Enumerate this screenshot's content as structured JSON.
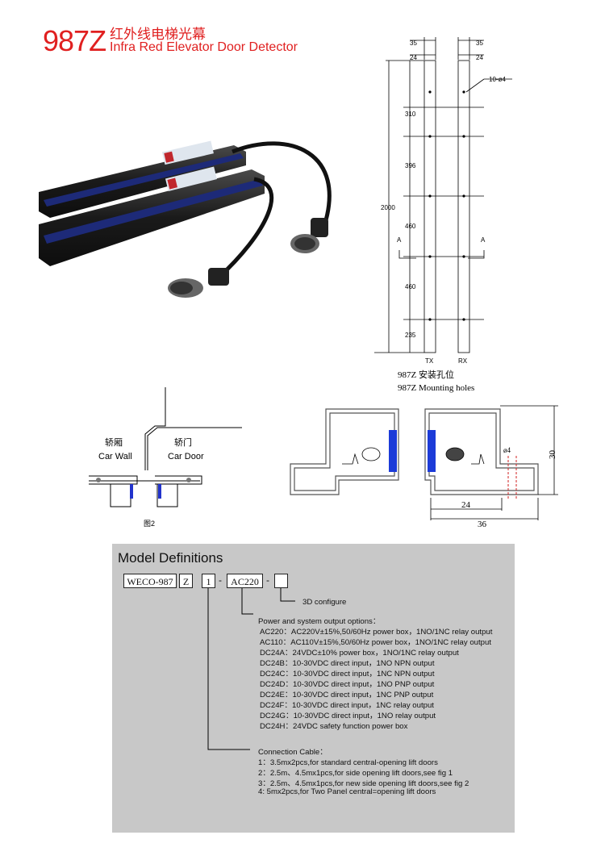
{
  "header": {
    "model": "987Z",
    "title_cn": "红外线电梯光幕",
    "title_en": "Infra Red Elevator Door Detector"
  },
  "dimension_drawing": {
    "top_dims": [
      "35",
      "24",
      "35",
      "24"
    ],
    "holes_label": "10-ø4",
    "total_length": "2000",
    "segments": [
      "310",
      "396",
      "460",
      "460",
      "235"
    ],
    "section_markers": [
      "A",
      "A"
    ],
    "tx_label": "TX",
    "rx_label": "RX",
    "caption_cn": "987Z 安装孔位",
    "caption_en": "987Z  Mounting holes"
  },
  "installation": {
    "car_wall_cn": "轿厢",
    "car_wall_en": "Car Wall",
    "car_door_cn": "轿门",
    "car_door_en": "Car Door",
    "fig_label": "图2"
  },
  "section_view": {
    "dim_30": "30",
    "dim_24": "24",
    "dim_36": "36",
    "dim_phi4": "ø4"
  },
  "model_definitions": {
    "title": "Model Definitions",
    "code_boxes": [
      "WECO-987",
      "Z",
      "1",
      "AC220",
      ""
    ],
    "separators": [
      "-",
      "-"
    ],
    "configure_label": "3D configure",
    "power_heading": "Power and system output options：",
    "power_options": [
      "AC220：AC220V±15%,50/60Hz power box，1NO/1NC relay output",
      "AC110：AC110V±15%,50/60Hz power box，1NO/1NC relay output",
      "DC24A：24VDC±10% power box，1NO/1NC relay output",
      "DC24B：10-30VDC direct input，1NO NPN output",
      "DC24C：10-30VDC direct input，1NC NPN output",
      "DC24D：10-30VDC direct input，1NO PNP output",
      "DC24E：10-30VDC direct input，1NC PNP output",
      "DC24F：10-30VDC direct input，1NC relay output",
      "DC24G：10-30VDC direct input，1NO relay output",
      "DC24H：24VDC safety function power box"
    ],
    "cable_heading": "Connection Cable：",
    "cable_options": [
      "1：3.5mx2pcs,for standard central-opening lift doors",
      "2：2.5m、4.5mx1pcs,for side opening lift doors,see fig 1",
      "3：2.5m、4.5mx1pcs,for new side opening lift doors,see fig 2",
      "4: 5mx2pcs,for Two Panel central=opening lift doors"
    ]
  }
}
